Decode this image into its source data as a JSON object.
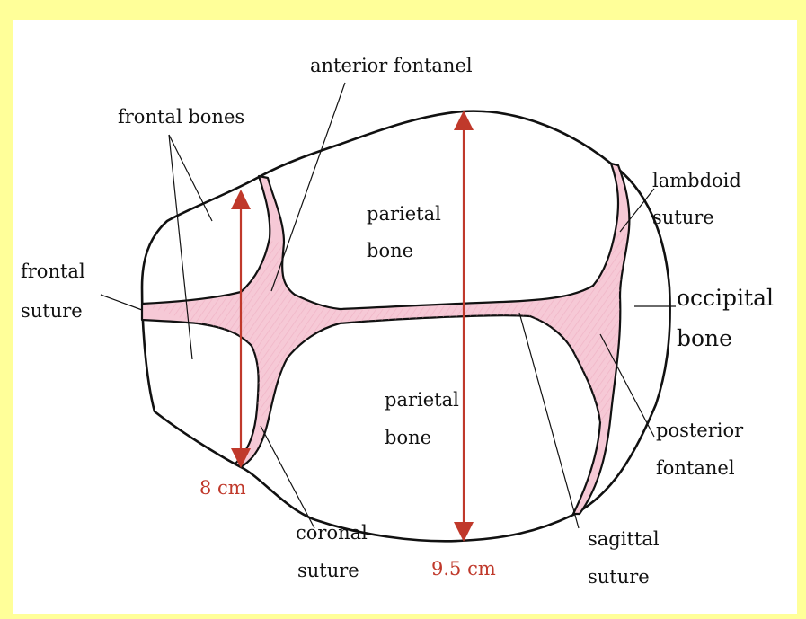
{
  "labels": {
    "anterior_fontanel": "anterior fontanel",
    "frontal_bones": "frontal bones",
    "parietal_upper_1": "parietal",
    "parietal_upper_2": "bone",
    "lambdoid_1": "lambdoid",
    "lambdoid_2": "suture",
    "frontal_suture_1": "frontal",
    "frontal_suture_2": "suture",
    "occipital_1": "occipital",
    "occipital_2": "bone",
    "parietal_lower_1": "parietal",
    "parietal_lower_2": "bone",
    "posterior_1": "posterior",
    "posterior_2": "fontanel",
    "coronal_1": "coronal",
    "coronal_2": "suture",
    "sagittal_1": "sagittal",
    "sagittal_2": "suture"
  },
  "measurements": {
    "width_label": "8 cm",
    "length_label": "9.5 cm"
  },
  "colors": {
    "background": "#ffff99",
    "suture_fill": "#f6c9d6",
    "measurement": "#c0392b"
  }
}
